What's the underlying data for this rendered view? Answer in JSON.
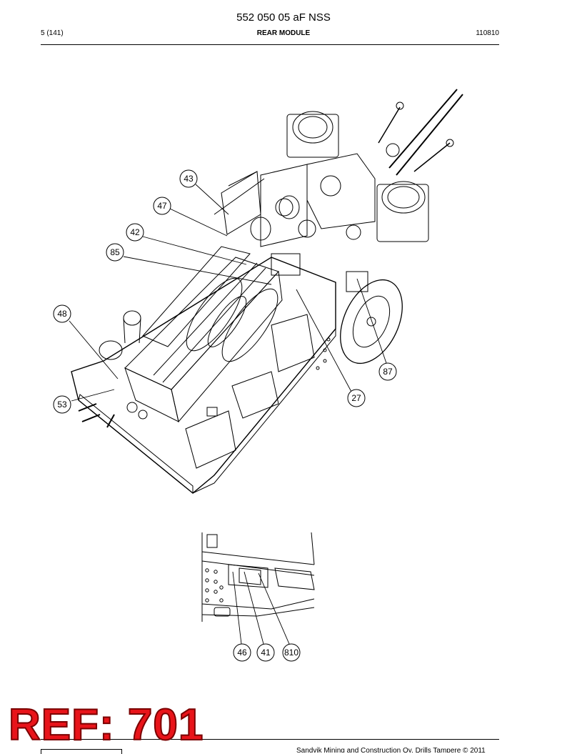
{
  "header": {
    "doc_number": "552 050 05 aF NSS",
    "page": "5 (141)",
    "section": "REAR MODULE",
    "date_code": "110810"
  },
  "callouts": {
    "c43": "43",
    "c47": "47",
    "c42": "42",
    "c85": "85",
    "c48": "48",
    "c53": "53",
    "c87": "87",
    "c27": "27",
    "c46": "46",
    "c41": "41",
    "c810": "810"
  },
  "stamp": {
    "text": "REF: 701",
    "color": "#e8141a"
  },
  "footer": {
    "copyright": "Sandvik Mining and Construction Oy, Drills Tampere © 2011"
  }
}
